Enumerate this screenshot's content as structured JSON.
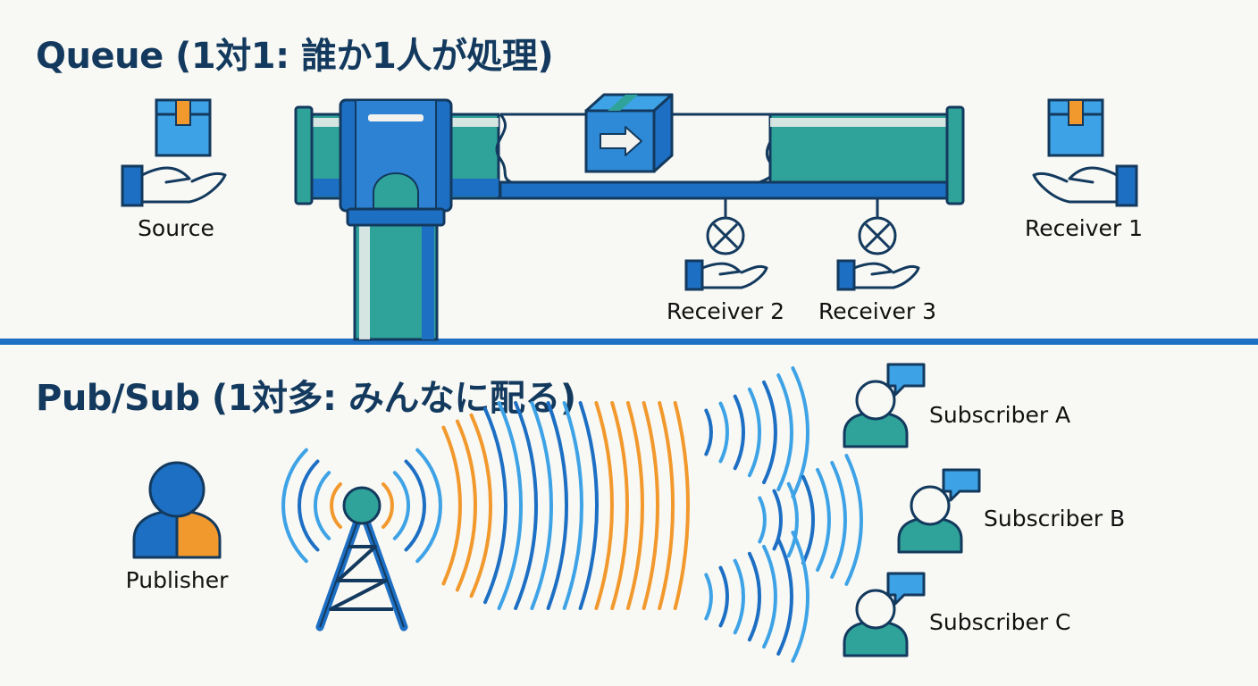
{
  "queue": {
    "title": "Queue (1対1: 誰か1人が処理)",
    "source_label": "Source",
    "receivers": [
      "Receiver 1",
      "Receiver 2",
      "Receiver 3"
    ]
  },
  "pubsub": {
    "title": "Pub/Sub (1対多: みんなに配る)",
    "publisher_label": "Publisher",
    "subscribers": [
      "Subscriber A",
      "Subscriber B",
      "Subscriber C"
    ]
  },
  "colors": {
    "navy": "#133a5e",
    "blue": "#1d6fc4",
    "teal": "#2fa39a",
    "orange": "#f2992e",
    "sky": "#3ea3e6"
  }
}
